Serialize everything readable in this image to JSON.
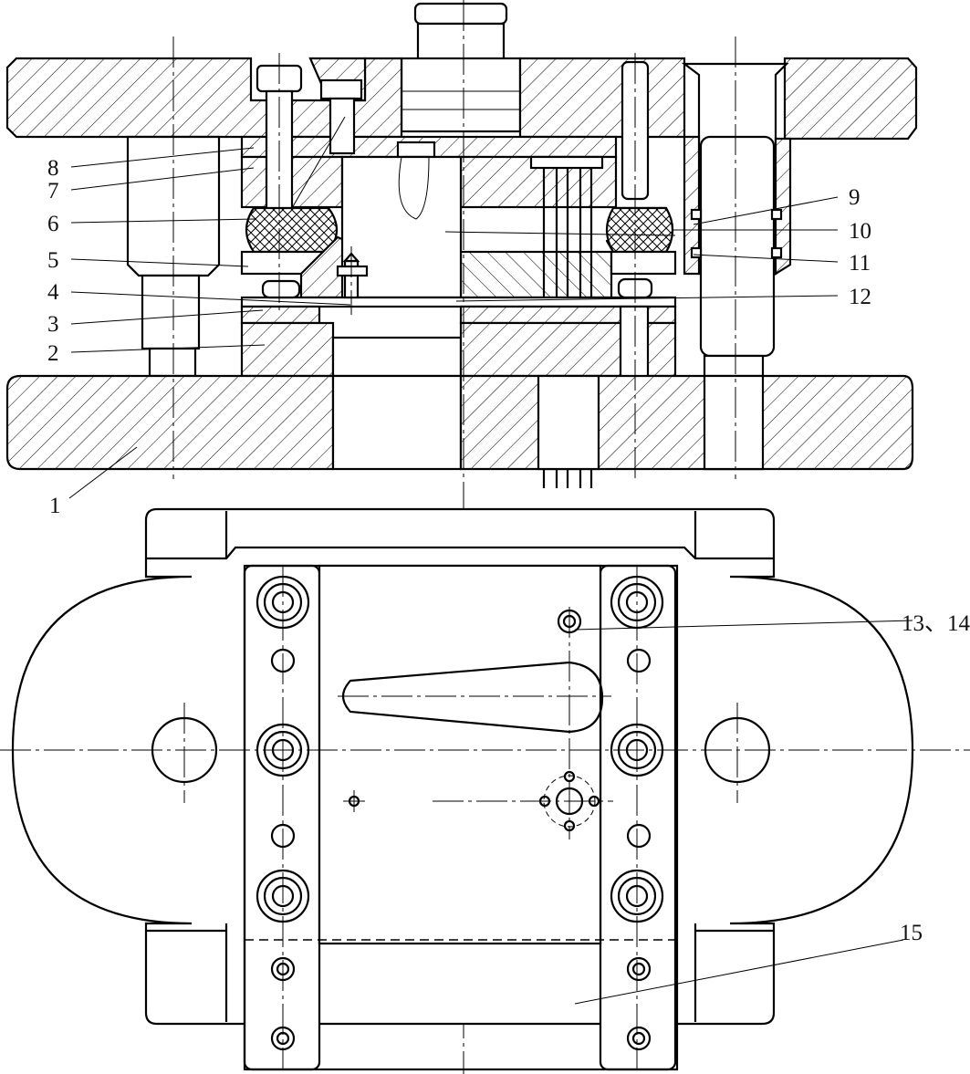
{
  "labels": {
    "l1": "1",
    "l2": "2",
    "l3": "3",
    "l4": "4",
    "l5": "5",
    "l6": "6",
    "l7": "7",
    "l8": "8",
    "l9": "9",
    "l10": "10",
    "l11": "11",
    "l12": "12",
    "l13_14": "13、14",
    "l15": "15"
  },
  "colors": {
    "line": "#000000",
    "background": "#ffffff"
  }
}
